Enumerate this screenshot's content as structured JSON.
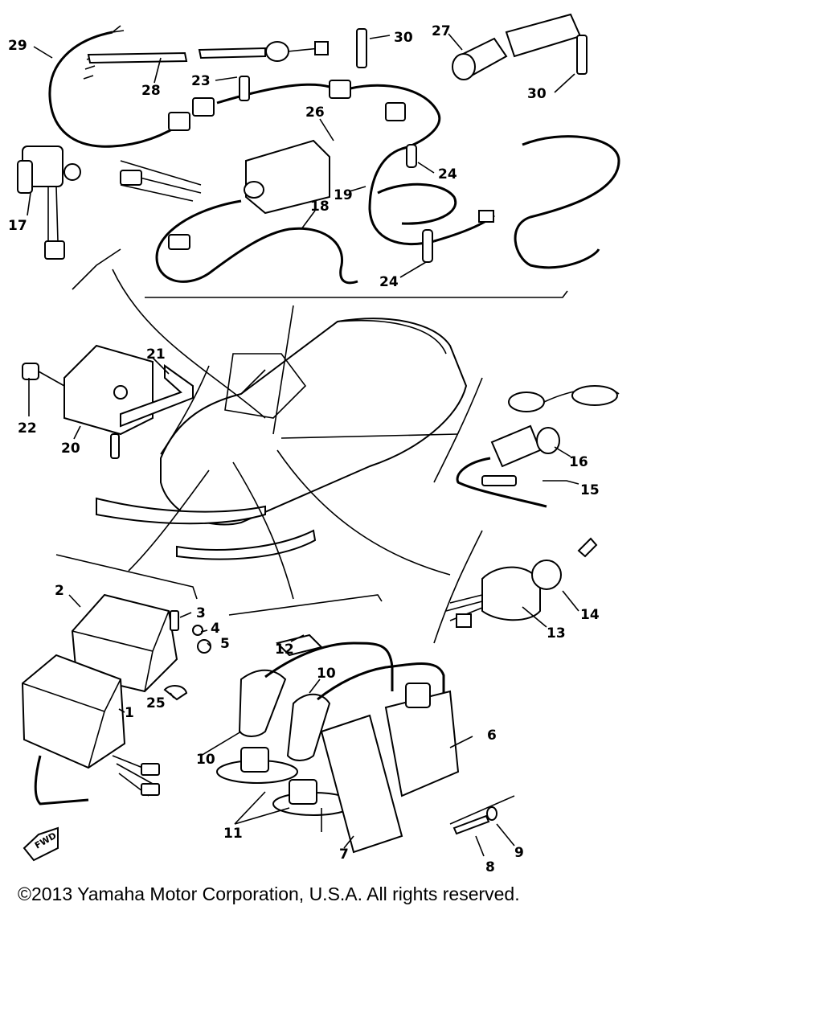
{
  "parts": [
    {
      "id": "p1",
      "text": "1"
    },
    {
      "id": "p2",
      "text": "2"
    },
    {
      "id": "p3",
      "text": "3"
    },
    {
      "id": "p4",
      "text": "4"
    },
    {
      "id": "p5",
      "text": "5"
    },
    {
      "id": "p6",
      "text": "6"
    },
    {
      "id": "p7",
      "text": "7"
    },
    {
      "id": "p8",
      "text": "8"
    },
    {
      "id": "p9",
      "text": "9"
    },
    {
      "id": "p10a",
      "text": "10"
    },
    {
      "id": "p10b",
      "text": "10"
    },
    {
      "id": "p11",
      "text": "11"
    },
    {
      "id": "p12",
      "text": "12"
    },
    {
      "id": "p13",
      "text": "13"
    },
    {
      "id": "p14",
      "text": "14"
    },
    {
      "id": "p15",
      "text": "15"
    },
    {
      "id": "p16",
      "text": "16"
    },
    {
      "id": "p17",
      "text": "17"
    },
    {
      "id": "p18",
      "text": "18"
    },
    {
      "id": "p19",
      "text": "19"
    },
    {
      "id": "p20",
      "text": "20"
    },
    {
      "id": "p21",
      "text": "21"
    },
    {
      "id": "p22",
      "text": "22"
    },
    {
      "id": "p23",
      "text": "23"
    },
    {
      "id": "p24a",
      "text": "24"
    },
    {
      "id": "p24b",
      "text": "24"
    },
    {
      "id": "p25",
      "text": "25"
    },
    {
      "id": "p26",
      "text": "26"
    },
    {
      "id": "p27",
      "text": "27"
    },
    {
      "id": "p28",
      "text": "28"
    },
    {
      "id": "p29",
      "text": "29"
    },
    {
      "id": "p30a",
      "text": "30"
    },
    {
      "id": "p30b",
      "text": "30"
    }
  ],
  "fwd_marker": "FWD",
  "copyright": "©2013 Yamaha Motor Corporation, U.S.A. All rights reserved."
}
